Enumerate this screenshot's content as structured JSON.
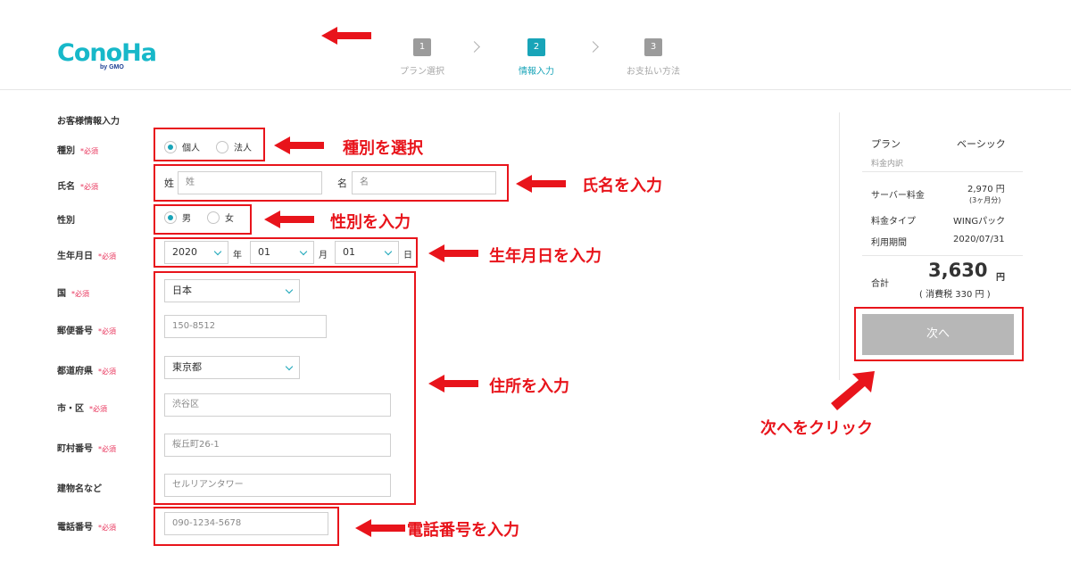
{
  "header": {
    "logo_text": "ConoHa",
    "logo_sub": "by GMO",
    "steps": [
      {
        "num": "1",
        "label": "プラン選択"
      },
      {
        "num": "2",
        "label": "情報入力"
      },
      {
        "num": "3",
        "label": "お支払い方法"
      }
    ]
  },
  "form": {
    "section_title": "お客様情報入力",
    "required_mark": "*必須",
    "type": {
      "label": "種別",
      "options": [
        "個人",
        "法人"
      ],
      "selected": "個人"
    },
    "name": {
      "label": "氏名",
      "last_prefix": "姓",
      "last_placeholder": "姓",
      "first_prefix": "名",
      "first_placeholder": "名"
    },
    "gender": {
      "label": "性別",
      "options": [
        "男",
        "女"
      ],
      "selected": "男"
    },
    "birth": {
      "label": "生年月日",
      "year": "2020",
      "year_unit": "年",
      "month": "01",
      "month_unit": "月",
      "day": "01",
      "day_unit": "日"
    },
    "country": {
      "label": "国",
      "value": "日本"
    },
    "postal": {
      "label": "郵便番号",
      "placeholder": "150-8512"
    },
    "prefecture": {
      "label": "都道府県",
      "value": "東京都"
    },
    "city": {
      "label": "市・区",
      "placeholder": "渋谷区"
    },
    "town": {
      "label": "町村番号",
      "placeholder": "桜丘町26-1"
    },
    "building": {
      "label": "建物名など",
      "placeholder": "セルリアンタワー"
    },
    "phone": {
      "label": "電話番号",
      "placeholder": "090-1234-5678"
    }
  },
  "annotations": {
    "type": "種別を選択",
    "name": "氏名を入力",
    "gender": "性別を入力",
    "birth": "生年月日を入力",
    "address": "住所を入力",
    "phone": "電話番号を入力",
    "next": "次へをクリック"
  },
  "summary": {
    "plan_label": "プラン",
    "plan_value": "ベーシック",
    "breakdown_label": "料金内訳",
    "server_fee_label": "サーバー料金",
    "server_fee_value": "2,970 円",
    "server_fee_note": "(3ヶ月分)",
    "fee_type_label": "料金タイプ",
    "fee_type_value": "WINGパック",
    "period_label": "利用期間",
    "period_value": "2020/07/31",
    "total_label": "合計",
    "total_value": "3,630",
    "total_unit": "円",
    "tax_note": "( 消費税 330 円 )",
    "next_button": "次へ"
  },
  "colors": {
    "accent": "#18a4b8",
    "annotation": "#e8141b",
    "required": "#e8325a"
  }
}
